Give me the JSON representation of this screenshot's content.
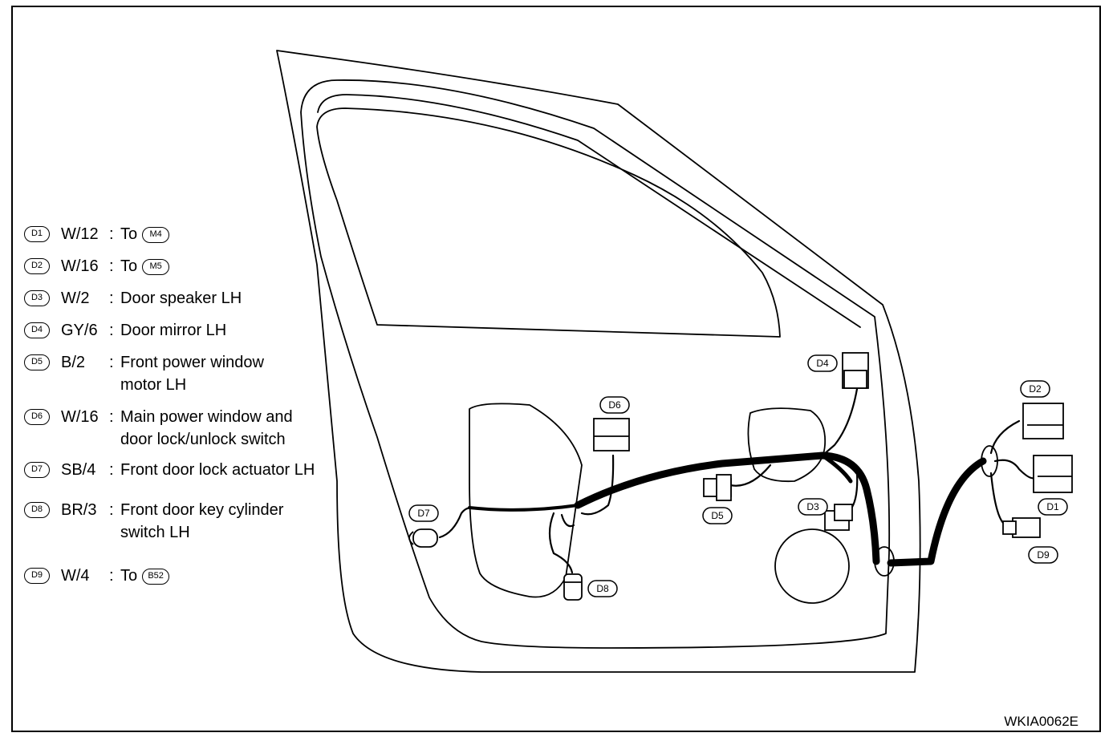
{
  "legend": [
    {
      "id": "D1",
      "wire": "W/12",
      "desc": "To",
      "target": "M4"
    },
    {
      "id": "D2",
      "wire": "W/16",
      "desc": "To",
      "target": "M5"
    },
    {
      "id": "D3",
      "wire": "W/2",
      "desc": "Door speaker LH"
    },
    {
      "id": "D4",
      "wire": "GY/6",
      "desc": "Door mirror LH"
    },
    {
      "id": "D5",
      "wire": "B/2",
      "desc": "Front power window",
      "desc2": "motor LH"
    },
    {
      "id": "D6",
      "wire": "W/16",
      "desc": "Main power window and",
      "desc2": "door lock/unlock switch"
    },
    {
      "id": "D7",
      "wire": "SB/4",
      "desc": "Front door lock actuator LH"
    },
    {
      "id": "D8",
      "wire": "BR/3",
      "desc": "Front door key cylinder",
      "desc2": "switch LH"
    },
    {
      "id": "D9",
      "wire": "W/4",
      "desc": "To",
      "target": "B52"
    }
  ],
  "callouts": {
    "d1": "D1",
    "d2": "D2",
    "d3": "D3",
    "d4": "D4",
    "d5": "D5",
    "d6": "D6",
    "d7": "D7",
    "d8": "D8",
    "d9": "D9"
  },
  "figure_code": "WKIA0062E"
}
